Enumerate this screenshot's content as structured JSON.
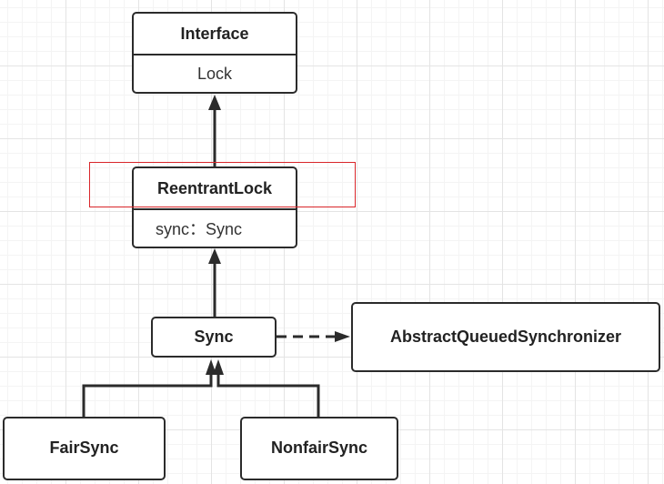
{
  "nodes": {
    "interface": {
      "title": "Interface",
      "field": "Lock"
    },
    "reentrant_lock": {
      "title": "ReentrantLock",
      "field": "sync：Sync"
    },
    "sync": {
      "title": "Sync"
    },
    "aqs": {
      "title": "AbstractQueuedSynchronizer"
    },
    "fair_sync": {
      "title": "FairSync"
    },
    "nonfair_sync": {
      "title": "NonfairSync"
    }
  },
  "edges": [
    {
      "from": "reentrant_lock",
      "to": "interface",
      "style": "solid",
      "arrow": "filled"
    },
    {
      "from": "sync",
      "to": "reentrant_lock",
      "style": "solid",
      "arrow": "filled"
    },
    {
      "from": "sync",
      "to": "aqs",
      "style": "dashed",
      "arrow": "filled"
    },
    {
      "from": "fair_sync",
      "to": "sync",
      "style": "solid",
      "arrow": "filled"
    },
    {
      "from": "nonfair_sync",
      "to": "sync",
      "style": "solid",
      "arrow": "filled"
    }
  ],
  "colors": {
    "stroke": "#2b2b2b",
    "highlight": "#d9262a",
    "background": "#ffffff"
  }
}
